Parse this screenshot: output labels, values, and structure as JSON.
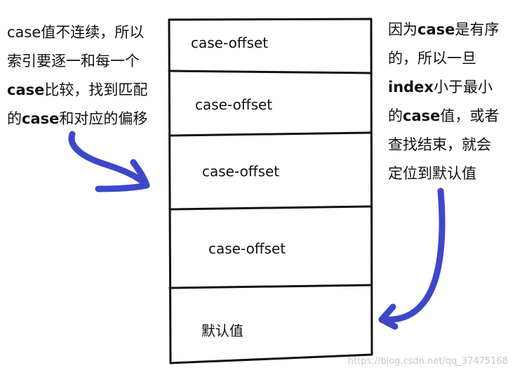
{
  "left_note": {
    "lines": [
      [
        {
          "t": "case值不连续，所以",
          "b": false
        }
      ],
      [
        {
          "t": "索引要逐一和每一个",
          "b": false
        }
      ],
      [
        {
          "t": "case",
          "b": true
        },
        {
          "t": "比较，找到匹配",
          "b": false
        }
      ],
      [
        {
          "t": "的",
          "b": false
        },
        {
          "t": "case",
          "b": true
        },
        {
          "t": "和对应的偏移",
          "b": false
        }
      ]
    ]
  },
  "right_note": {
    "lines": [
      [
        {
          "t": "因为",
          "b": false
        },
        {
          "t": "case",
          "b": true
        },
        {
          "t": "是有序",
          "b": false
        }
      ],
      [
        {
          "t": "的，所以一旦",
          "b": false
        }
      ],
      [
        {
          "t": "index",
          "b": true
        },
        {
          "t": "小于最小",
          "b": false
        }
      ],
      [
        {
          "t": "的",
          "b": false
        },
        {
          "t": "case",
          "b": true
        },
        {
          "t": "值，或者",
          "b": false
        }
      ],
      [
        {
          "t": "查找结束，就会",
          "b": false
        }
      ],
      [
        {
          "t": "定位到默认值",
          "b": false
        }
      ]
    ]
  },
  "table": {
    "cells": [
      "case-offset",
      "case-offset",
      "case-offset",
      "case-offset",
      "默认值"
    ]
  },
  "watermark": "https://blog.csdn.net/qq_37475168",
  "colors": {
    "arrow": "#3d48c9",
    "ink": "#111111"
  }
}
